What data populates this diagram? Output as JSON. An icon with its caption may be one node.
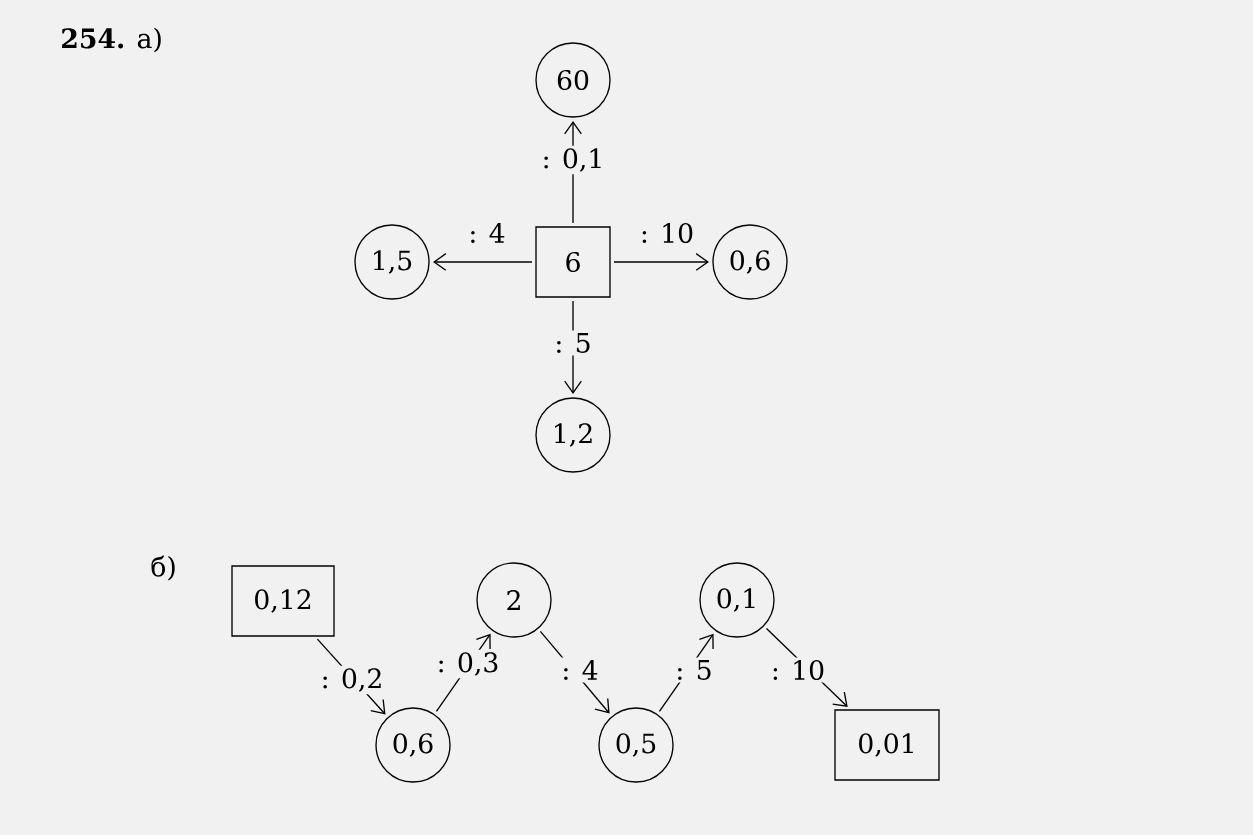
{
  "diagram": {
    "nodes": [
      {
        "text": [
          "6"
        ]
      },
      {
        "text": [
          "60"
        ]
      },
      {
        "text": [
          "1,5"
        ]
      },
      {
        "text": [
          "0,6"
        ]
      },
      {
        "text": [
          "1,2"
        ]
      },
      {
        "text": [
          "0,12"
        ]
      },
      {
        "text": [
          "0,6"
        ]
      },
      {
        "text": [
          "2"
        ]
      },
      {
        "text": [
          "0,5"
        ]
      },
      {
        "text": [
          "0,1"
        ]
      },
      {
        "text": [
          "0,01"
        ]
      }
    ],
    "edges": [
      {
        "from": 0,
        "to": 1,
        "arrow": "to",
        "label": ": 0,1"
      },
      {
        "from": 0,
        "to": 2,
        "arrow": "to",
        "label": ": 4"
      },
      {
        "from": 0,
        "to": 3,
        "arrow": "to",
        "label": ": 10"
      },
      {
        "from": 0,
        "to": 4,
        "arrow": "to",
        "label": ": 5"
      },
      {
        "from": 5,
        "to": 6,
        "arrow": "to",
        "label": ": 0,2"
      },
      {
        "from": 6,
        "to": 7,
        "arrow": "to",
        "label": ": 0,3"
      },
      {
        "from": 7,
        "to": 8,
        "arrow": "to",
        "label": ": 4"
      },
      {
        "from": 8,
        "to": 9,
        "arrow": "to",
        "label": ": 5"
      },
      {
        "from": 9,
        "to": 10,
        "arrow": "to",
        "label": ": 10"
      }
    ],
    "labels": [
      "**254.** а)",
      "б)"
    ]
  }
}
